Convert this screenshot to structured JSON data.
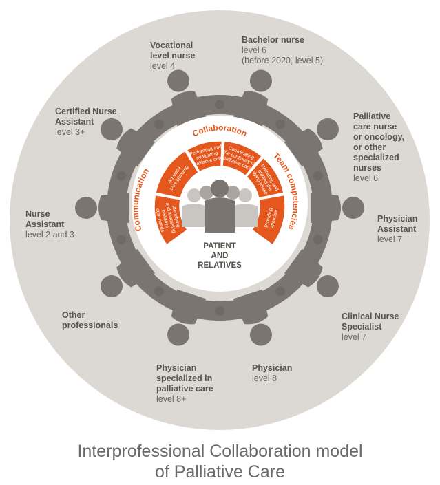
{
  "title": {
    "line1": "Interprofessional Collaboration model",
    "line2": "of Palliative Care"
  },
  "center": {
    "line1": "PATIENT",
    "line2": "AND",
    "line3": "RELATIVES"
  },
  "ring_labels": {
    "collaboration": "Collaboration",
    "team_competencies": "Team competencies",
    "communication": "Communication"
  },
  "segments": {
    "s1": [
      "Performing and",
      "evaluating",
      "palliative care"
    ],
    "s2": [
      "Coordinating",
      "the continuity of",
      "palliative care"
    ],
    "s3": [
      "Indicating and",
      "guiding the",
      "dying phase"
    ],
    "s4": [
      "Providing",
      "aftercare"
    ],
    "s5": [
      "Identifying",
      "and assessing",
      "palliative",
      "care needs"
    ],
    "s6": [
      "Advance",
      "care planning"
    ]
  },
  "roles": {
    "vocational": {
      "name1": "Vocational",
      "name2": "level nurse",
      "level": "level 4"
    },
    "bachelor": {
      "name": "Bachelor nurse",
      "level": "level 6",
      "note": "(before 2020, level 5)"
    },
    "palliative_nurse": {
      "name1": "Palliative",
      "name2": "care nurse",
      "name3": "or oncology,",
      "name4": "or other",
      "name5": "specialized",
      "name6": "nurses",
      "level": "level 6"
    },
    "physician_assistant": {
      "name1": "Physician",
      "name2": "Assistant",
      "level": "level 7"
    },
    "clinical_nurse": {
      "name1": "Clinical Nurse",
      "name2": "Specialist",
      "level": "level 7"
    },
    "physician": {
      "name": "Physician",
      "level": "level 8"
    },
    "physician_palliative": {
      "name1": "Physician",
      "name2": "specialized in",
      "name3": "palliative care",
      "level": "level 8+"
    },
    "other": {
      "name1": "Other",
      "name2": "professionals"
    },
    "nurse_assistant": {
      "name1": "Nurse",
      "name2": "Assistant",
      "level": "level 2 and 3"
    },
    "certified": {
      "name1": "Certified Nurse",
      "name2": "Assistant",
      "level": "level 3+"
    }
  },
  "colors": {
    "outer_disc": "#dcd8d3",
    "figure": "#7a7570",
    "orange": "#e4571d",
    "center_figure": "#8a8580",
    "text": "#5a5651"
  }
}
